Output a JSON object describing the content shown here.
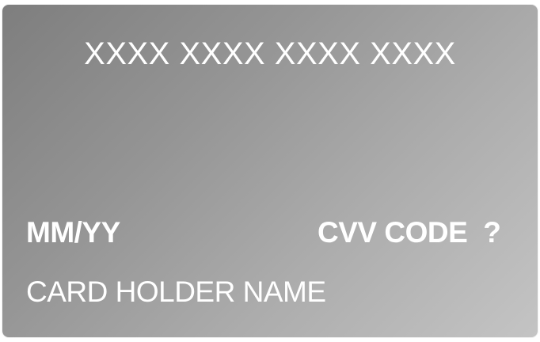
{
  "card": {
    "number_placeholder": "XXXX XXXX XXXX XXXX",
    "expiry_placeholder": "MM/YY",
    "cvv_label": "CVV CODE",
    "cvv_help_icon": "question-mark-icon",
    "cvv_help_text": "?",
    "holder_placeholder": "CARD HOLDER NAME"
  },
  "colors": {
    "gradient_start": "#7e7e7e",
    "gradient_end": "#c4c4c4",
    "text": "#ffffff"
  }
}
